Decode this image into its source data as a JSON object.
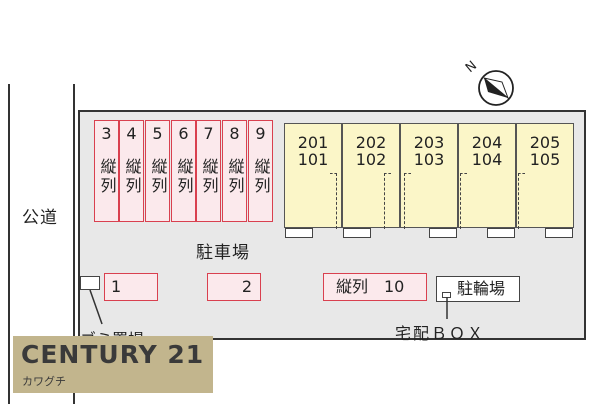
{
  "road_label": "公道",
  "parking_label": "駐車場",
  "vertical_slots": [
    {
      "number": "3",
      "kind": "縦列"
    },
    {
      "number": "4",
      "kind": "縦列"
    },
    {
      "number": "5",
      "kind": "縦列"
    },
    {
      "number": "6",
      "kind": "縦列"
    },
    {
      "number": "7",
      "kind": "縦列"
    },
    {
      "number": "8",
      "kind": "縦列"
    },
    {
      "number": "9",
      "kind": "縦列"
    }
  ],
  "units": [
    {
      "upper": "201",
      "lower": "101"
    },
    {
      "upper": "202",
      "lower": "102"
    },
    {
      "upper": "203",
      "lower": "103"
    },
    {
      "upper": "204",
      "lower": "104"
    },
    {
      "upper": "205",
      "lower": "105"
    }
  ],
  "horizontal_slots": [
    {
      "label": "1"
    },
    {
      "label": "2"
    },
    {
      "label": "縦列　10"
    }
  ],
  "bicycle_parking": "駐輪場",
  "delivery_box": "宅配ＢＯＸ",
  "trash_area_partial": "ゴミ置場",
  "compass": {
    "north_label": "N",
    "icon": "north-arrow-icon"
  },
  "brand": {
    "name": "CENTURY 21",
    "branch": "カワグチ",
    "color": "#c2b58d"
  },
  "colors": {
    "slot_fill": "#fbe9ec",
    "slot_border": "#d9404f",
    "unit_fill": "#fbf6c8",
    "lot_fill": "#e8e8e8"
  }
}
